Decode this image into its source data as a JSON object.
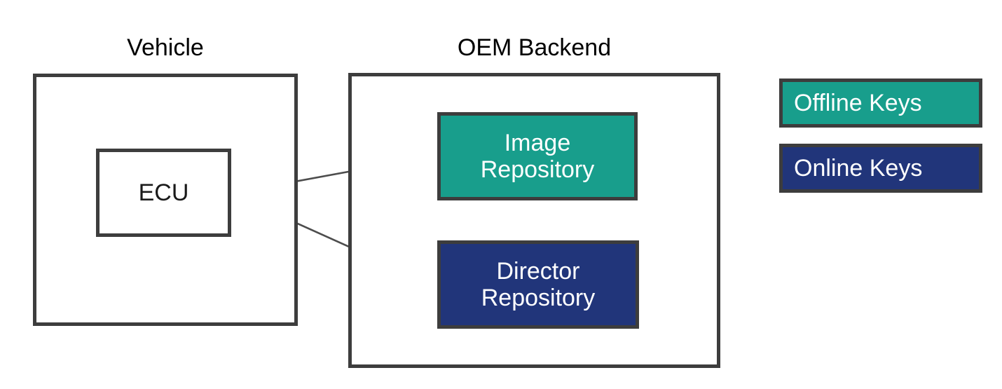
{
  "diagram": {
    "title_vehicle": "Vehicle",
    "title_oem": "OEM Backend",
    "colors": {
      "offline_keys": "#189e8c",
      "online_keys": "#21357a",
      "outline": "#3d3d3d",
      "edge": "#4d4d4d",
      "background": "#ffffff",
      "text_dark": "#1a1a1a",
      "text_light": "#ffffff"
    }
  },
  "groups": [
    {
      "id": "vehicle",
      "label": "Vehicle"
    },
    {
      "id": "oem-backend",
      "label": "OEM Backend"
    }
  ],
  "nodes": {
    "ecu": {
      "label": "ECU",
      "key_type": "none"
    },
    "image_repository": {
      "line1": "Image",
      "line2": "Repository",
      "key_type": "offline"
    },
    "director_repository": {
      "line1": "Director",
      "line2": "Repository",
      "key_type": "online"
    }
  },
  "edges": [
    {
      "id": "image-to-ecu",
      "from": "image_repository",
      "to": "ecu",
      "direction": "one-way"
    },
    {
      "id": "ecu-to-director",
      "from": "ecu",
      "to": "director_repository",
      "direction": "one-way"
    },
    {
      "id": "image-director",
      "from": "image_repository",
      "to": "director_repository",
      "direction": "bidirectional"
    }
  ],
  "legend": {
    "items": [
      {
        "id": "offline-keys",
        "label": "Offline Keys",
        "color": "#189e8c"
      },
      {
        "id": "online-keys",
        "label": "Online Keys",
        "color": "#21357a"
      }
    ]
  }
}
